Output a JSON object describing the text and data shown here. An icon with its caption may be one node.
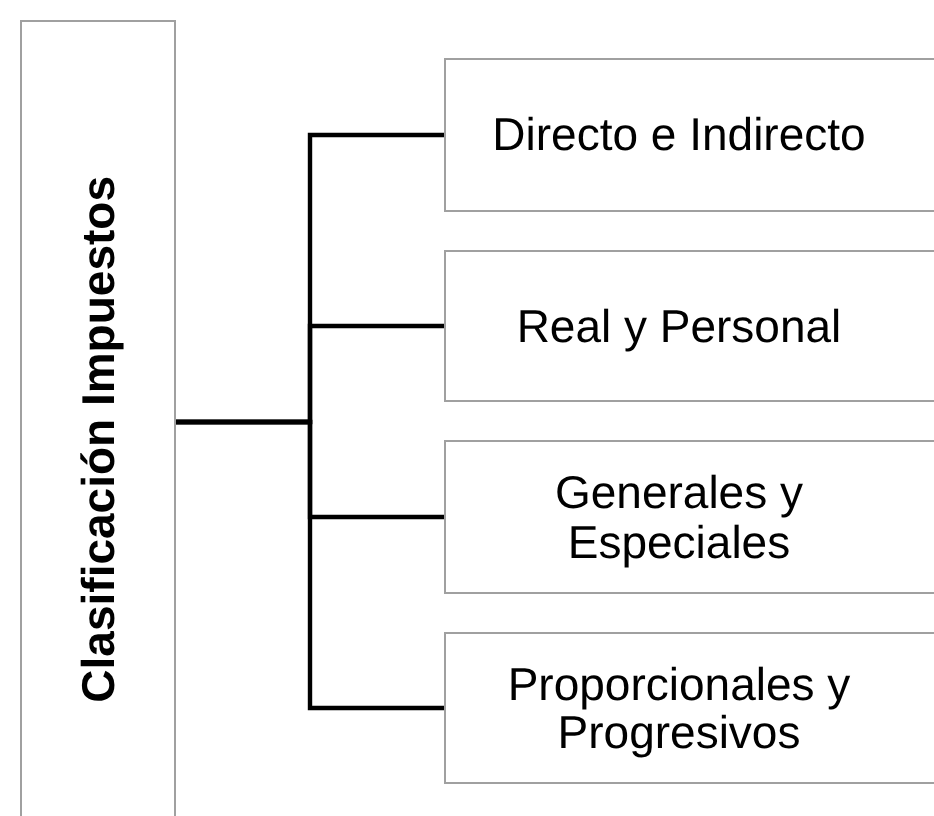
{
  "diagram": {
    "nodes": [
      {
        "text": [
          "Clasificación Impuestos"
        ]
      },
      {
        "text": [
          "Directo e Indirecto"
        ]
      },
      {
        "text": [
          "Real y Personal"
        ]
      },
      {
        "text": [
          "Generales y Especiales"
        ]
      },
      {
        "text": [
          "Proporcionales y Progresivos"
        ]
      }
    ],
    "edges": [
      {
        "from": 0,
        "to": 1,
        "arrow": "none"
      },
      {
        "from": 0,
        "to": 2,
        "arrow": "none"
      },
      {
        "from": 0,
        "to": 3,
        "arrow": "none"
      },
      {
        "from": 0,
        "to": 4,
        "arrow": "none"
      }
    ]
  }
}
